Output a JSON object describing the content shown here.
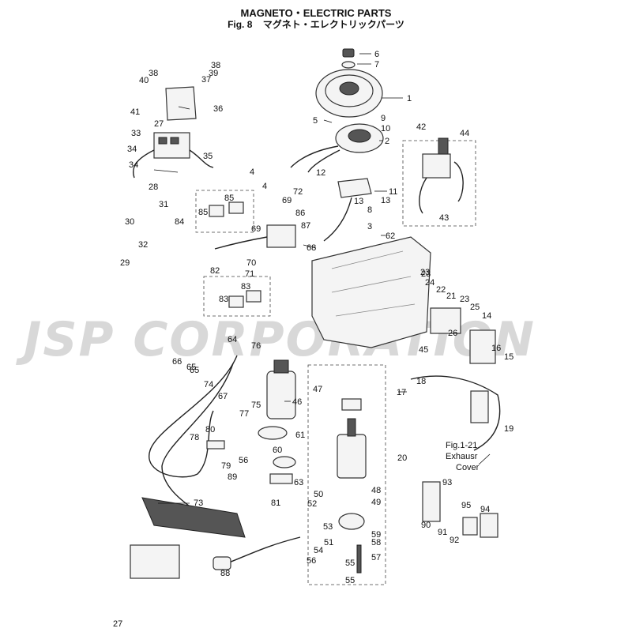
{
  "header": {
    "title": "MAGNETO・ELECTRIC PARTS",
    "fig": "Fig. 8",
    "subtitle_jp": "マグネト・エレクトリックパーツ"
  },
  "watermark": "JSP CORPORATION",
  "page_number": "27",
  "notes": {
    "ref_line1": "Fig.1-21",
    "ref_line2": "Exhausr",
    "ref_line3": "Cover"
  },
  "labels": [
    "1",
    "2",
    "3",
    "4",
    "5",
    "6",
    "7",
    "8",
    "9",
    "10",
    "11",
    "12",
    "13",
    "14",
    "15",
    "16",
    "17",
    "18",
    "19",
    "20",
    "21",
    "22",
    "23",
    "24",
    "25",
    "26",
    "27",
    "28",
    "29",
    "30",
    "31",
    "32",
    "33",
    "34",
    "35",
    "36",
    "37",
    "38",
    "39",
    "40",
    "41",
    "42",
    "43",
    "44",
    "45",
    "46",
    "47",
    "48",
    "49",
    "50",
    "51",
    "52",
    "53",
    "54",
    "55",
    "56",
    "57",
    "58",
    "59",
    "60",
    "61",
    "62",
    "63",
    "64",
    "65",
    "66",
    "67",
    "68",
    "69",
    "70",
    "71",
    "72",
    "73",
    "74",
    "75",
    "76",
    "77",
    "78",
    "79",
    "80",
    "81",
    "82",
    "83",
    "84",
    "85",
    "86",
    "87",
    "88",
    "89",
    "90",
    "91",
    "92",
    "93",
    "94",
    "95",
    "4",
    "13",
    "23",
    "23",
    "34",
    "38",
    "55",
    "56",
    "65",
    "69",
    "83",
    "85"
  ]
}
